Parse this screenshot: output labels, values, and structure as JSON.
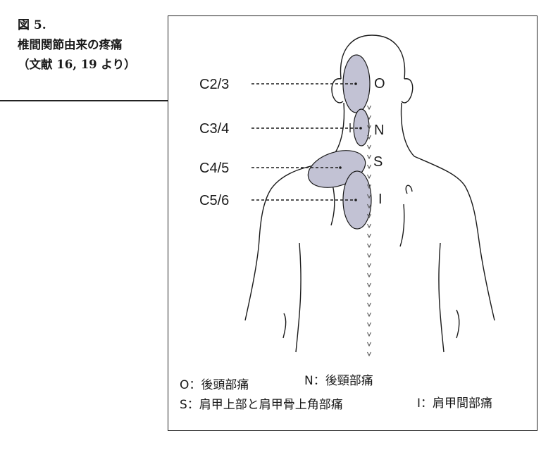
{
  "caption": {
    "label": "図 5.",
    "title": "椎間関節由来の疼痛",
    "source": "（文献 16, 19 より）"
  },
  "levels": [
    {
      "id": "c23",
      "label": "C2/3",
      "region": "O"
    },
    {
      "id": "c34",
      "label": "C3/4",
      "region": "N"
    },
    {
      "id": "c45",
      "label": "C4/5",
      "region": "S"
    },
    {
      "id": "c56",
      "label": "C5/6",
      "region": "I"
    }
  ],
  "legend": {
    "o": "O：後頭部痛",
    "n": "N：後頸部痛",
    "s": "S：肩甲上部と肩甲骨上角部痛",
    "i": "I：肩甲間部痛"
  },
  "colors": {
    "pain_fill": "#c2c2d4",
    "outline": "#1a1a1a"
  }
}
